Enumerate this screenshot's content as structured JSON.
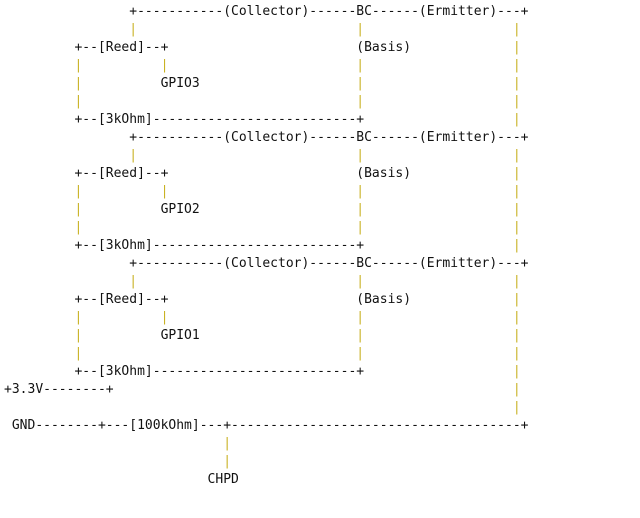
{
  "diagram": {
    "lines": [
      "                +-----------(Collector)------BC------(Ermitter)---+",
      "                |                            |                   |",
      "         +--[Reed]--+                        (Basis)             |",
      "         |          |                        |                   |",
      "         |          GPIO3                    |                   |",
      "         |                                   |                   |",
      "         +--[3kOhm]--------------------------+                   |",
      "                +-----------(Collector)------BC------(Ermitter)---+",
      "                |                            |                   |",
      "         +--[Reed]--+                        (Basis)             |",
      "         |          |                        |                   |",
      "         |          GPIO2                    |                   |",
      "         |                                   |                   |",
      "         +--[3kOhm]--------------------------+                   |",
      "                +-----------(Collector)------BC------(Ermitter)---+",
      "                |                            |                   |",
      "         +--[Reed]--+                        (Basis)             |",
      "         |          |                        |                   |",
      "         |          GPIO1                    |                   |",
      "         |                                   |                   |",
      "         +--[3kOhm]--------------------------+                   |",
      "+3.3V--------+                                                   |",
      "                                                                 |",
      " GND--------+---[100kOhm]---+-------------------------------------+",
      "                            |",
      "                            |",
      "                          CHPD"
    ]
  },
  "colors": {
    "text": "#111111",
    "wire_vertical": "#c9b224",
    "background": "#ffffff"
  }
}
